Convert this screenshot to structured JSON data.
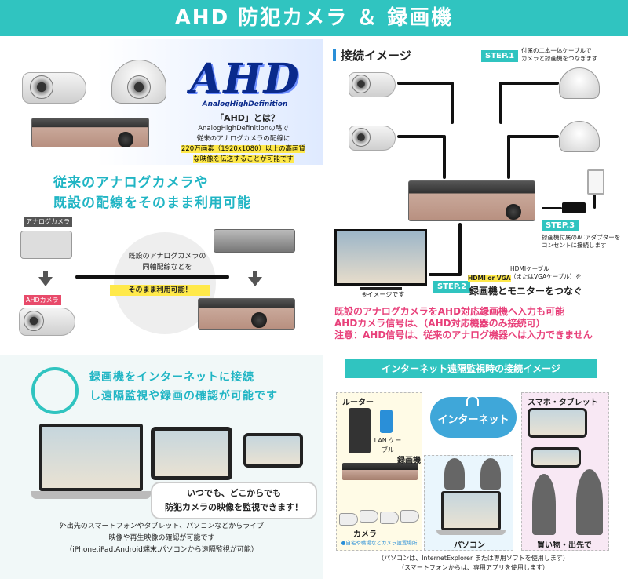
{
  "banner": {
    "title": "AHD 防犯カメラ ＆ 録画機"
  },
  "hero": {
    "logo": "AHD",
    "logo_sub": "AnalogHighDefinition",
    "question": "「AHD」とは？",
    "desc_line1": "AnalogHighDefinitionの略で",
    "desc_line2": "従来のアナログカメラの配線に",
    "desc_line3": "220万画素（1920x1080）以上の高画質",
    "desc_line4": "な映像を伝送することが可能です"
  },
  "reuse": {
    "heading_line1": "従来のアナログカメラや",
    "heading_line2": "既設の配線をそのまま利用可能",
    "analog_label": "アナログカメラ",
    "ahd_label": "AHDカメラ",
    "circle_line1": "既設のアナログカメラの",
    "circle_line2": "同軸配線などを",
    "circle_line3": "そのまま利用可能！"
  },
  "connection": {
    "title": "接続イメージ",
    "step1": "STEP.1",
    "step1_note_line1": "付属の二本一体ケーブルで",
    "step1_note_line2": "カメラと録画機をつなぎます",
    "step2": "STEP.2",
    "step2_line": "録画機とモニターをつなぐ",
    "hdmi_label": "HDMI or VGA",
    "hdmi_note_line1": "HDMIケーブル",
    "hdmi_note_line2": "（またはVGAケーブル）を",
    "step3": "STEP.3",
    "step3_note_line1": "録画機付属のACアダプターを",
    "step3_note_line2": "コンセントに接続します",
    "monitor_caption": "※イメージです",
    "note_line1": "既設のアナログカメラをAHD対応録画機へ入力も可能",
    "note_line2": "AHDカメラ信号は、（AHD対応機器のみ接続可）",
    "note_line3": "注意：AHD信号は、従来のアナログ機器へは入力できません"
  },
  "remote": {
    "heading_line1": "録画機をインターネットに接続",
    "heading_line2": "し遠隔監視や録画の確認が可能です",
    "bubble_line1": "いつでも、どこからでも",
    "bubble_line2": "防犯カメラの映像を監視できます！",
    "text_line1": "外出先のスマートフォンやタブレット、パソコンなどからライブ",
    "text_line2": "映像や再生映像の確認が可能です",
    "text_line3": "（iPhone,iPad,Android端末,パソコンから遠隔監視が可能）"
  },
  "network": {
    "banner": "インターネット遠隔監視時の接続イメージ",
    "router_label": "ルーター",
    "lan_label": "LAN ケーブル",
    "dvr_label": "録画機",
    "internet": "インターネット",
    "camera_label": "カメラ",
    "camera_note": "●自宅や職場などカメラ設置場所",
    "pc_label": "パソコン",
    "smartphone_label": "スマホ・タブレット",
    "shopping_label": "買い物・出先で",
    "caption_line1": "（パソコンは、InternetExplorer または専用ソフトを使用します）",
    "caption_line2": "（スマートフォンからは、専用アプリを使用します）"
  },
  "colors": {
    "accent": "#30c4c0",
    "pink": "#e8407a",
    "blue": "#2a8fd8"
  }
}
